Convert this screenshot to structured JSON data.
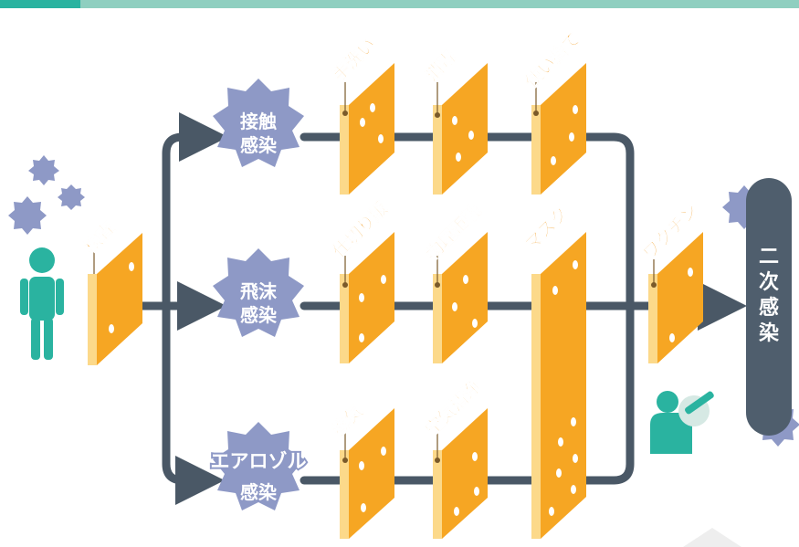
{
  "header": {
    "bar_color": "#8fcfc0",
    "accent_color": "#2ab3a0"
  },
  "infections": {
    "contact": [
      "接触",
      "感染"
    ],
    "droplet": [
      "飛沫",
      "感染"
    ],
    "aerosol": [
      "エアロゾル",
      "感染"
    ]
  },
  "barriers": {
    "inspection": "検査",
    "handwash": "手洗い",
    "disinfect": "消毒",
    "disposable": "使い捨て",
    "partition": "仕切り版",
    "distance": "物理距離",
    "mask": "マスク",
    "vaccine": "ワクチン",
    "ventilation": "換気",
    "air_purify": "空気清浄"
  },
  "result": [
    "二",
    "次",
    "感",
    "染"
  ],
  "colors": {
    "barrier": "#f6a623",
    "barrier_side": "#fcd98a",
    "virus": "#8e99c6",
    "arrow": "#4a5866",
    "person": "#2ab3a0",
    "result_pill": "#4f5e6d"
  }
}
